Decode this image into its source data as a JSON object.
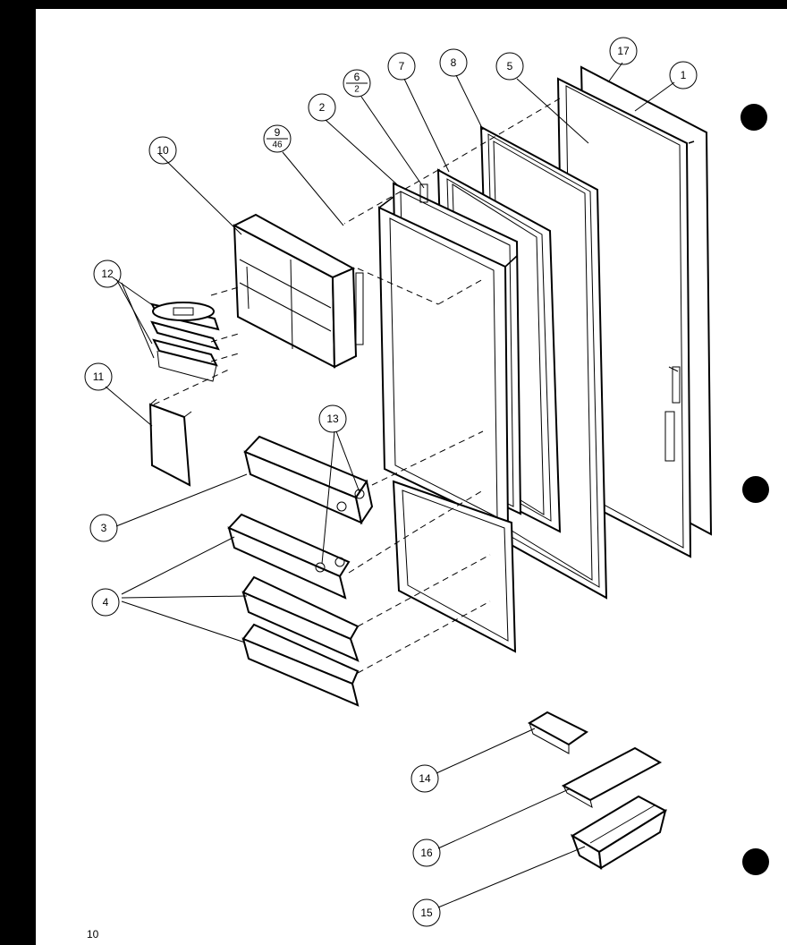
{
  "diagram": {
    "callouts": [
      {
        "id": "c1",
        "label": "1"
      },
      {
        "id": "c2",
        "label": "2"
      },
      {
        "id": "c3",
        "label": "3"
      },
      {
        "id": "c4",
        "label": "4"
      },
      {
        "id": "c5",
        "label": "5"
      },
      {
        "id": "c6",
        "label": "6",
        "sub": "2"
      },
      {
        "id": "c7",
        "label": "7"
      },
      {
        "id": "c8",
        "label": "8"
      },
      {
        "id": "c9",
        "label": "9",
        "sub": "46"
      },
      {
        "id": "c10",
        "label": "10"
      },
      {
        "id": "c11",
        "label": "11"
      },
      {
        "id": "c12",
        "label": "12"
      },
      {
        "id": "c13",
        "label": "13"
      },
      {
        "id": "c14",
        "label": "14"
      },
      {
        "id": "c15",
        "label": "15"
      },
      {
        "id": "c16",
        "label": "16"
      },
      {
        "id": "c17",
        "label": "17"
      }
    ],
    "page_number": "10"
  }
}
